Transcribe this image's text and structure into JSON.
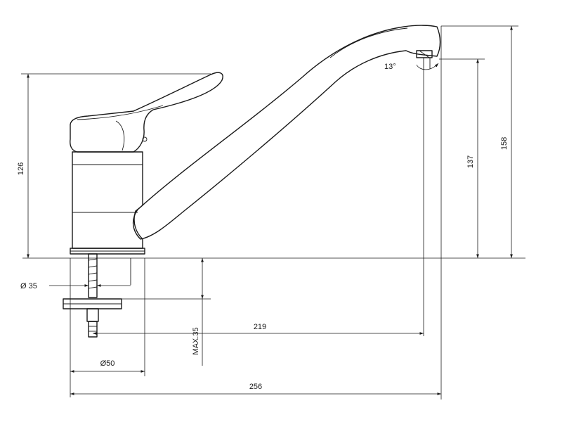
{
  "drawing": {
    "dimensions": {
      "angle": "13°",
      "overall_height": "158",
      "outlet_height": "137",
      "body_height": "126",
      "hole_diameter": "Ø 35",
      "spout_reach": "219",
      "max_thickness": "MAX.35",
      "base_diameter": "Ø50",
      "overall_length": "256"
    }
  }
}
